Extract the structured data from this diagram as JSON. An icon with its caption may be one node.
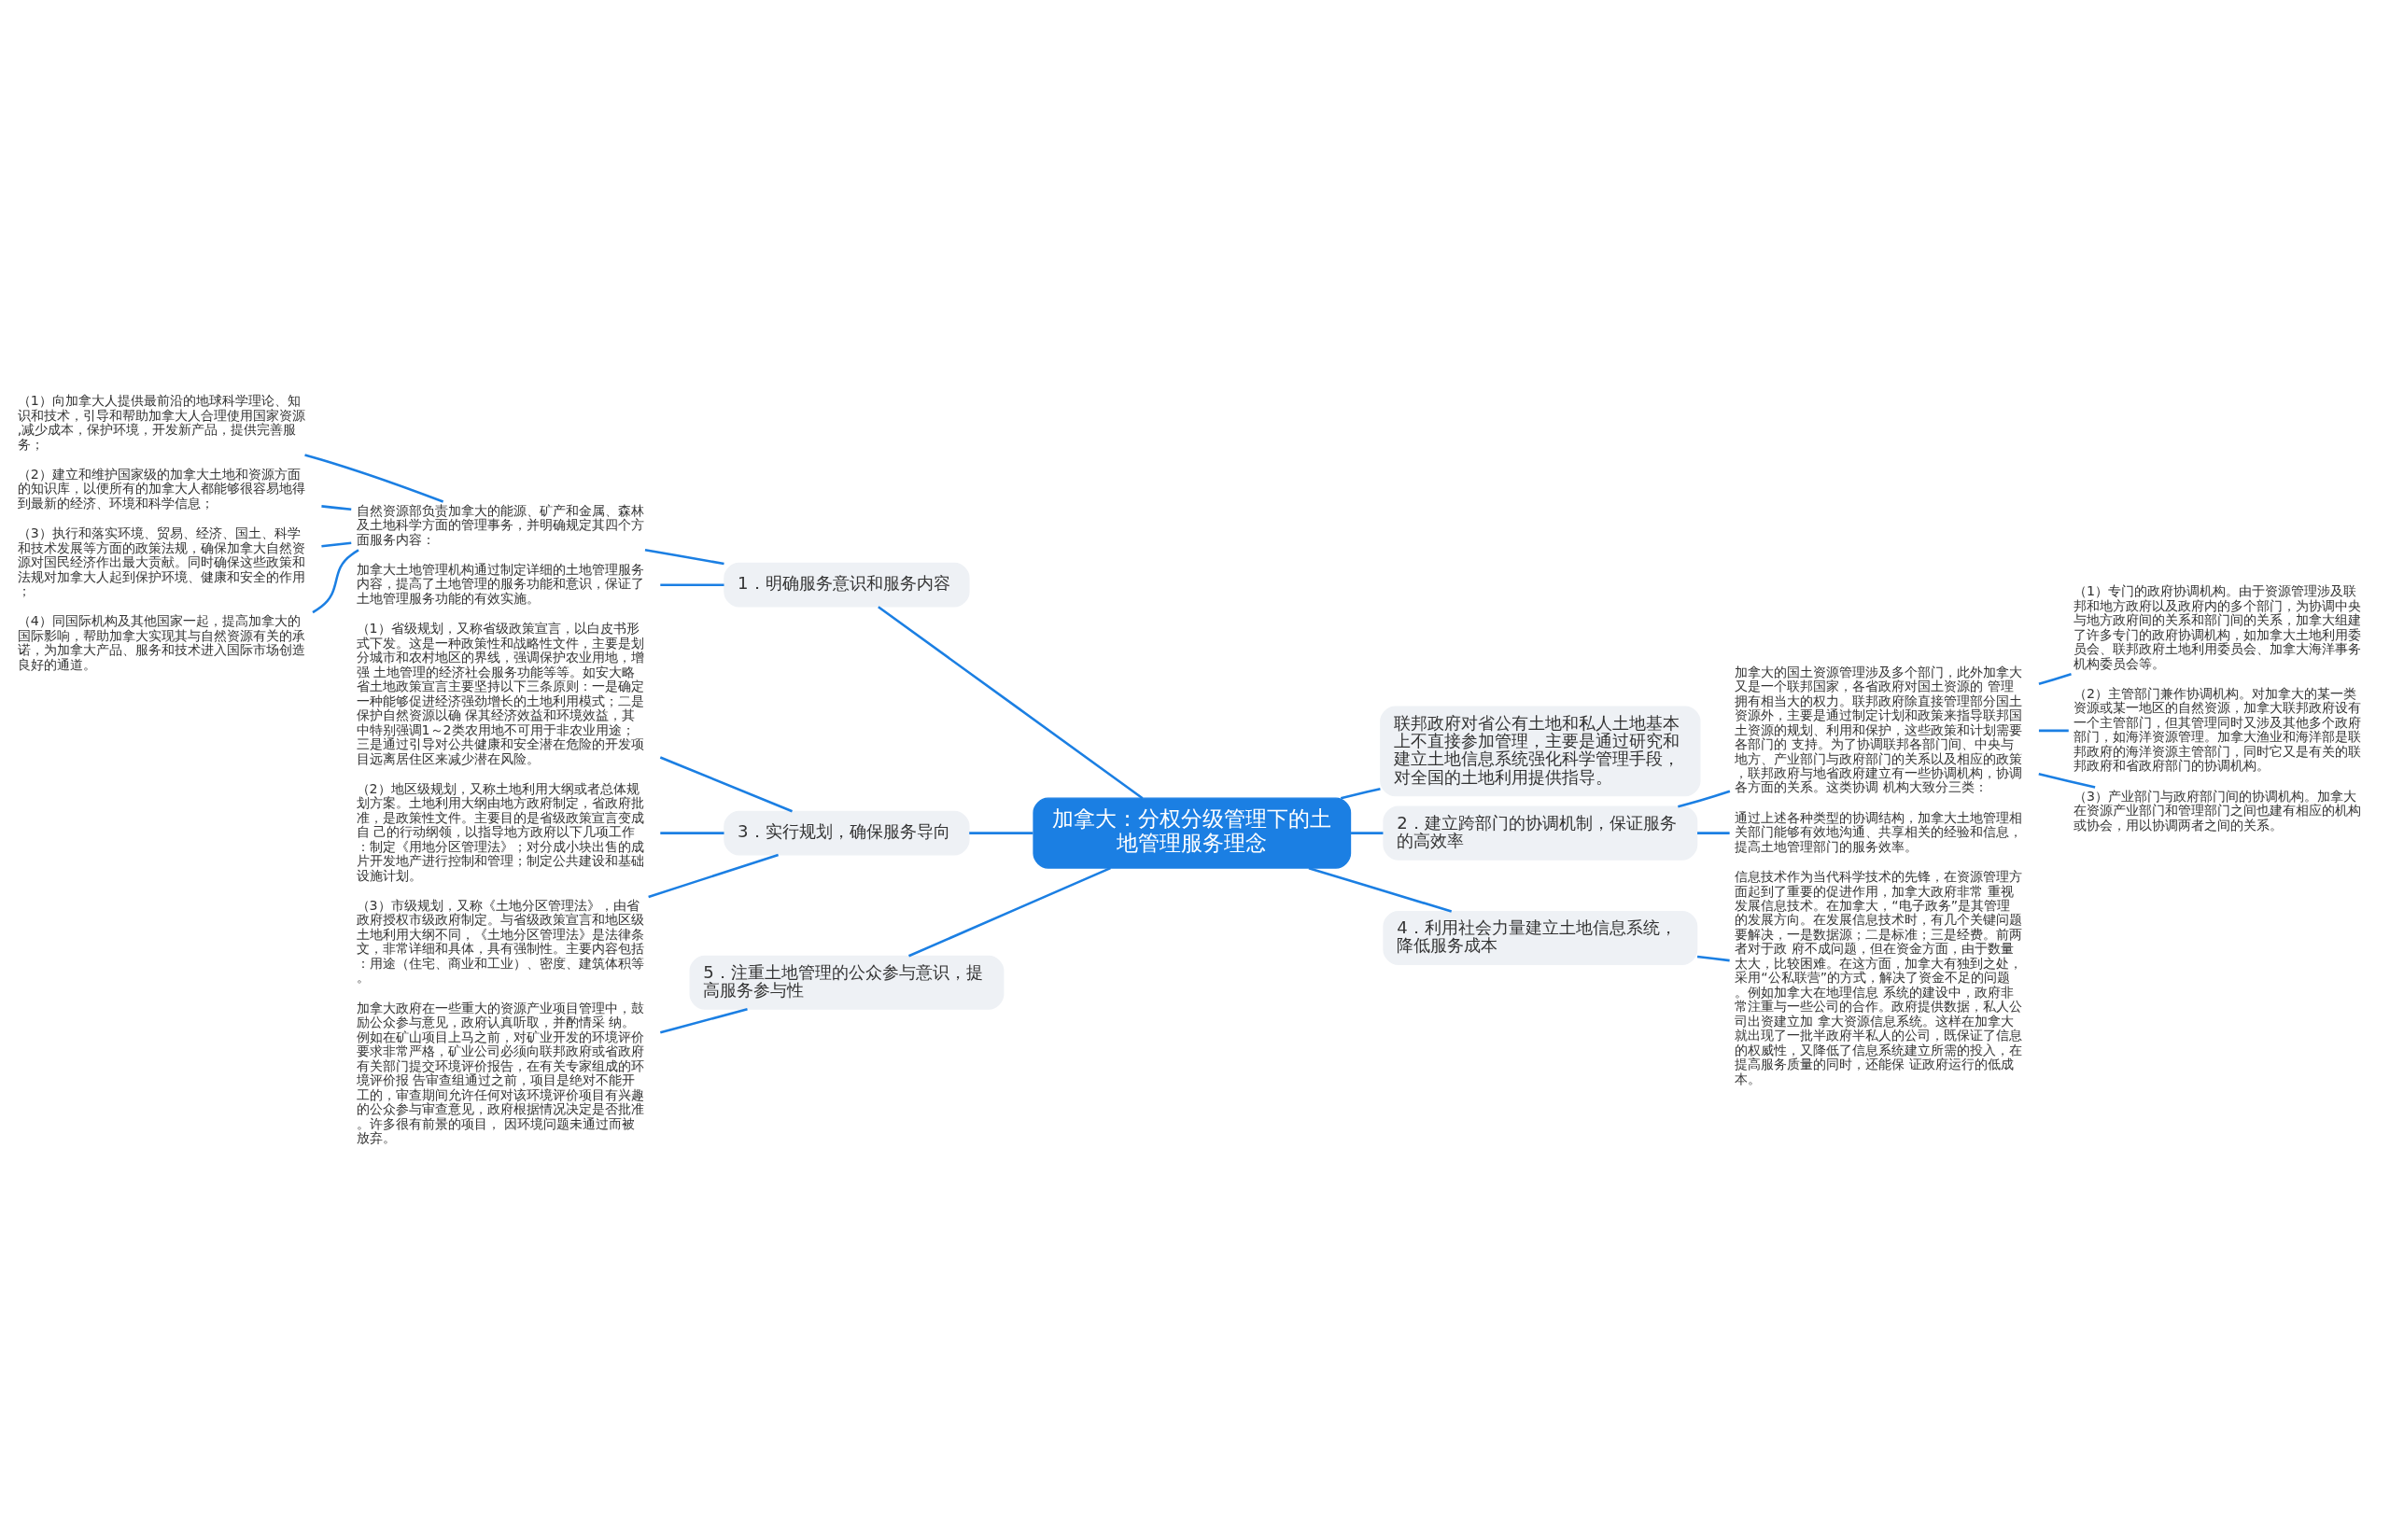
{
  "diagram": {
    "nodes": [
      {
        "text": [
          "加拿大：分权分级管理下的土地管理服务理念"
        ]
      },
      {
        "text": [
          "1．明确服务意识和服务内容"
        ]
      },
      {
        "text": [
          "自然资源部负责加拿大的能源、矿产和金属、森林及土地科学方面的管理事务，并明确规定其四个方面服务内容："
        ]
      },
      {
        "text": [
          "（1）向加拿大人提供最前沿的地球科学理论、知识和技术，引导和帮助加拿大人合理使用国家资源,减少成本，保护环境，开发新产品，提供完善服务；"
        ]
      },
      {
        "text": [
          "（2）建立和维护国家级的加拿大土地和资源方面的知识库，以便所有的加拿大人都能够很容易地得到最新的经济、环境和科学信息；"
        ]
      },
      {
        "text": [
          "（3）执行和落实环境、贸易、经济、国土、科学和技术发展等方面的政策法规，确保加拿大自然资源对国民经济作出最大贡献。同时确保这些政策和法规对加拿大人起到保护环境、健康和安全的作用；"
        ]
      },
      {
        "text": [
          "（4）同国际机构及其他国家一起，提高加拿大的国际影响，帮助加拿大实现其与自然资源有关的承诺，为加拿大产品、服务和技术进入国际市场创造良好的通道。"
        ]
      },
      {
        "text": [
          "加拿大土地管理机构通过制定详细的土地管理服务内容，提高了土地管理的服务功能和意识，保证了土地管理服务功能的有效实施。"
        ]
      },
      {
        "text": [
          "3．实行规划，确保服务导向"
        ]
      },
      {
        "text": [
          "（1）省级规划，又称省级政策宣言，以白皮书形式下发。这是一种政策性和战略性文件，主要是划分城市和农村地区的界线，强调保护农业用地，增强 土地管理的经济社会服务功能等等。如安大略省土地政策宣言主要坚持以下三条原则：一是确定一种能够促进经济强劲增长的土地利用模式；二是保护自然资源以确 保其经济效益和环境效益，其中特别强调1～2类农用地不可用于非农业用途；三是通过引导对公共健康和安全潜在危险的开发项目远离居住区来减少潜在风险。"
        ]
      },
      {
        "text": [
          "（2）地区级规划，又称土地利用大纲或者总体规划方案。土地利用大纲由地方政府制定，省政府批准，是政策性文件。主要目的是省级政策宣言变成自 己的行动纲领，以指导地方政府以下几项工作：制定《用地分区管理法》；对分成小块出售的成片开发地产进行控制和管理；制定公共建设和基础设施计划。"
        ]
      },
      {
        "text": [
          "（3）市级规划，又称《土地分区管理法》，由省政府授权市级政府制定。与省级政策宣言和地区级土地利用大纲不同，《土地分区管理法》是法律条文，非常详细和具体，具有强制性。主要内容包括：用途（住宅、商业和工业）、密度、建筑体积等。"
        ]
      },
      {
        "text": [
          "5．注重土地管理的公众参与意识，提高服务参与性"
        ]
      },
      {
        "text": [
          "加拿大政府在一些重大的资源产业项目管理中，鼓励公众参与意见，政府认真听取，并酌情采 纳。例如在矿山项目上马之前，对矿业开发的环境评价要求非常严格，矿业公司必须向联邦政府或省政府有关部门提交环境评价报告，在有关专家组成的环境评价报 告审查组通过之前，项目是绝对不能开工的，审查期间允许任何对该环境评价项目有兴趣的公众参与审查意见，政府根据情况决定是否批准。许多很有前景的项目， 因环境问题未通过而被放弃。"
        ]
      },
      {
        "text": [
          "联邦政府对省公有土地和私人土地基本上不直接参加管理，主要是通过研究和建立土地信息系统强化科学管理手段，对全国的土地利用提供指导。"
        ]
      },
      {
        "text": [
          "2．建立跨部门的协调机制，保证服务的高效率"
        ]
      },
      {
        "text": [
          "加拿大的国土资源管理涉及多个部门，此外加拿大又是一个联邦国家，各省政府对国土资源的 管理拥有相当大的权力。联邦政府除直接管理部分国土资源外，主要是通过制定计划和政策来指导联邦国土资源的规划、利用和保护，这些政策和计划需要各部门的 支持。为了协调联邦各部门间、中央与地方、产业部门与政府部门的关系以及相应的政策，联邦政府与地省政府建立有一些协调机构，协调各方面的关系。这类协调 机构大致分三类："
        ]
      },
      {
        "text": [
          "（1）专门的政府协调机构。由于资源管理涉及联邦和地方政府以及政府内的多个部门，为协调中央与地方政府间的关系和部门间的关系，加拿大组建了许多专门的政府协调机构，如加拿大土地利用委员会、联邦政府土地利用委员会、加拿大海洋事务机构委员会等。"
        ]
      },
      {
        "text": [
          "（2）主管部门兼作协调机构。对加拿大的某一类资源或某一地区的自然资源，加拿大联邦政府设有一个主管部门，但其管理同时又涉及其他多个政府部门，如海洋资源管理。加拿大渔业和海洋部是联邦政府的海洋资源主管部门，同时它又是有关的联邦政府和省政府部门的协调机构。"
        ]
      },
      {
        "text": [
          "（3）产业部门与政府部门间的协调机构。加拿大在资源产业部门和管理部门之间也建有相应的机构或协会，用以协调两者之间的关系。"
        ]
      },
      {
        "text": [
          "通过上述各种类型的协调结构，加拿大土地管理相关部门能够有效地沟通、共享相关的经验和信息，提高土地管理部门的服务效率。"
        ]
      },
      {
        "text": [
          "4．利用社会力量建立土地信息系统，降低服务成本"
        ]
      },
      {
        "text": [
          "信息技术作为当代科学技术的先锋，在资源管理方面起到了重要的促进作用，加拿大政府非常 重视发展信息技术。在加拿大，“电子政务”是其管理的发展方向。在发展信息技术时，有几个关键问题要解决，一是数据源；二是标准；三是经费。前两者对于政 府不成问题，但在资金方面，由于数量太大，比较困难。在这方面，加拿大有独到之处，采用“公私联营”的方式，解决了资金不足的问题。例如加拿大在地理信息 系统的建设中，政府非常注重与一些公司的合作。政府提供数据，私人公司出资建立加 拿大资源信息系统。这样在加拿大就出现了一批半政府半私人的公司，既保证了信息的权威性，又降低了信息系统建立所需的投入，在提高服务质量的同时，还能保 证政府运行的低成本。"
        ]
      }
    ],
    "edges": [
      {
        "from": 0,
        "to": 1,
        "arrow": "none"
      },
      {
        "from": 1,
        "to": 2,
        "arrow": "none"
      },
      {
        "from": 2,
        "to": 3,
        "arrow": "none"
      },
      {
        "from": 2,
        "to": 4,
        "arrow": "none"
      },
      {
        "from": 2,
        "to": 5,
        "arrow": "none"
      },
      {
        "from": 2,
        "to": 6,
        "arrow": "none"
      },
      {
        "from": 1,
        "to": 7,
        "arrow": "none"
      },
      {
        "from": 0,
        "to": 8,
        "arrow": "none"
      },
      {
        "from": 8,
        "to": 9,
        "arrow": "none"
      },
      {
        "from": 8,
        "to": 10,
        "arrow": "none"
      },
      {
        "from": 8,
        "to": 11,
        "arrow": "none"
      },
      {
        "from": 0,
        "to": 12,
        "arrow": "none"
      },
      {
        "from": 12,
        "to": 13,
        "arrow": "none"
      },
      {
        "from": 0,
        "to": 14,
        "arrow": "none"
      },
      {
        "from": 0,
        "to": 15,
        "arrow": "none"
      },
      {
        "from": 15,
        "to": 16,
        "arrow": "none"
      },
      {
        "from": 16,
        "to": 17,
        "arrow": "none"
      },
      {
        "from": 16,
        "to": 18,
        "arrow": "none"
      },
      {
        "from": 16,
        "to": 19,
        "arrow": "none"
      },
      {
        "from": 15,
        "to": 20,
        "arrow": "none"
      },
      {
        "from": 0,
        "to": 21,
        "arrow": "none"
      },
      {
        "from": 21,
        "to": 22,
        "arrow": "none"
      }
    ]
  }
}
